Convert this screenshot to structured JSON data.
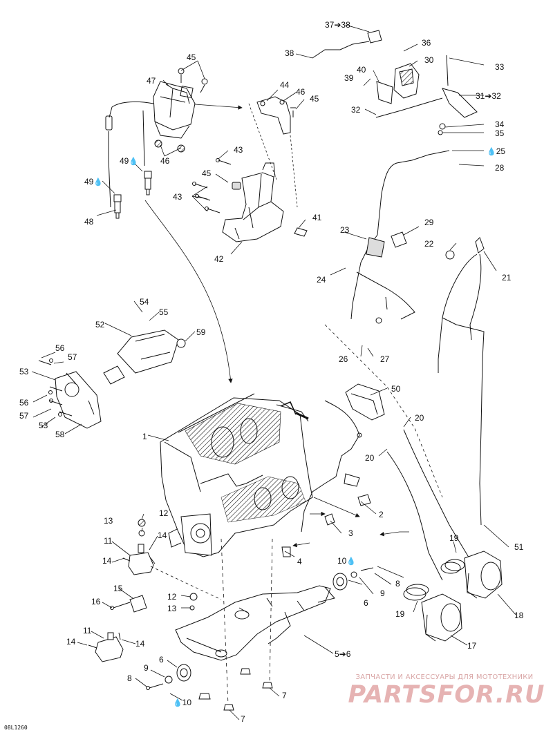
{
  "diagram": {
    "reference_code": "08L1260",
    "watermark": {
      "line1": "ЗАПЧАСТИ И АКСЕССУАРЫ ДЛЯ МОТОТЕХНИКИ",
      "logo": "PARTSFOR.RU"
    },
    "icons": {
      "oil_drop": "oil-drop-icon"
    },
    "labels": {
      "p1": "1",
      "p2": "2",
      "p3": "3",
      "p4": "4",
      "p5": "5➔6",
      "p6a": "6",
      "p6b": "6",
      "p7a": "7",
      "p7b": "7",
      "p8a": "8",
      "p8b": "8",
      "p9a": "9",
      "p9b": "9",
      "p10a": "10",
      "p10b": "10",
      "p11a": "11",
      "p11b": "11",
      "p12a": "12",
      "p12b": "12",
      "p13a": "13",
      "p13b": "13",
      "p14a": "14",
      "p14b": "14",
      "p14c": "14",
      "p14d": "14",
      "p15": "15",
      "p16": "16",
      "p17": "17",
      "p18": "18",
      "p19a": "19",
      "p19b": "19",
      "p20a": "20",
      "p20b": "20",
      "p21": "21",
      "p22": "22",
      "p23": "23",
      "p24": "24",
      "p25": "25",
      "p26": "26",
      "p27": "27",
      "p28": "28",
      "p29": "29",
      "p30": "30",
      "p31": "31➔32",
      "p32": "32",
      "p33": "33",
      "p34": "34",
      "p35": "35",
      "p36": "36",
      "p37": "37➔38",
      "p38": "38",
      "p39": "39",
      "p40": "40",
      "p41": "41",
      "p42": "42",
      "p43a": "43",
      "p43b": "43",
      "p44": "44",
      "p45a": "45",
      "p45b": "45",
      "p45c": "45",
      "p46a": "46",
      "p46b": "46",
      "p47": "47",
      "p48": "48",
      "p49a": "49",
      "p49b": "49",
      "p50": "50",
      "p51": "51",
      "p52": "52",
      "p53a": "53",
      "p53b": "53",
      "p54": "54",
      "p55": "55",
      "p56a": "56",
      "p56b": "56",
      "p57a": "57",
      "p57b": "57",
      "p58": "58",
      "p59": "59"
    }
  }
}
